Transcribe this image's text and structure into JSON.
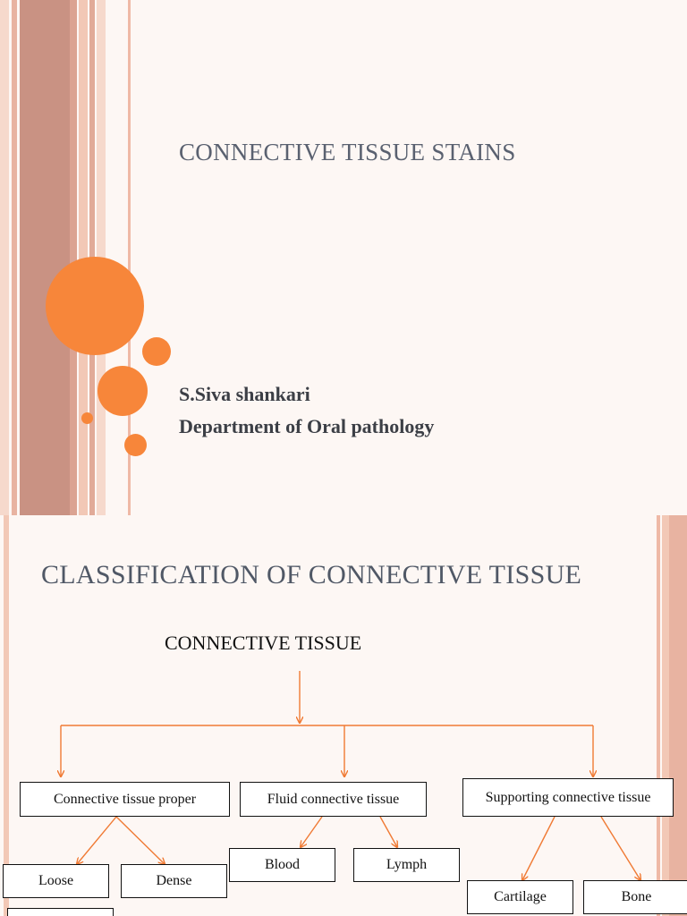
{
  "slide1": {
    "title": "CONNECTIVE TISSUE STAINS",
    "author": "S.Siva shankari",
    "department": "Department of Oral pathology"
  },
  "slide2": {
    "title": "CLASSIFICATION OF CONNECTIVE TISSUE",
    "root": "CONNECTIVE TISSUE",
    "categories": [
      "Connective tissue proper",
      "Fluid connective tissue",
      "Supporting connective tissue"
    ],
    "proper_types": [
      "Loose",
      "Dense"
    ],
    "fluid_types": [
      "Blood",
      "Lymph"
    ],
    "supporting_types": [
      "Cartilage",
      "Bone"
    ]
  },
  "colors": {
    "accent": "#f7863a",
    "arrow": "#f07a34",
    "stripe_dark": "#c99283",
    "stripe_light": "#f2c8b6"
  }
}
